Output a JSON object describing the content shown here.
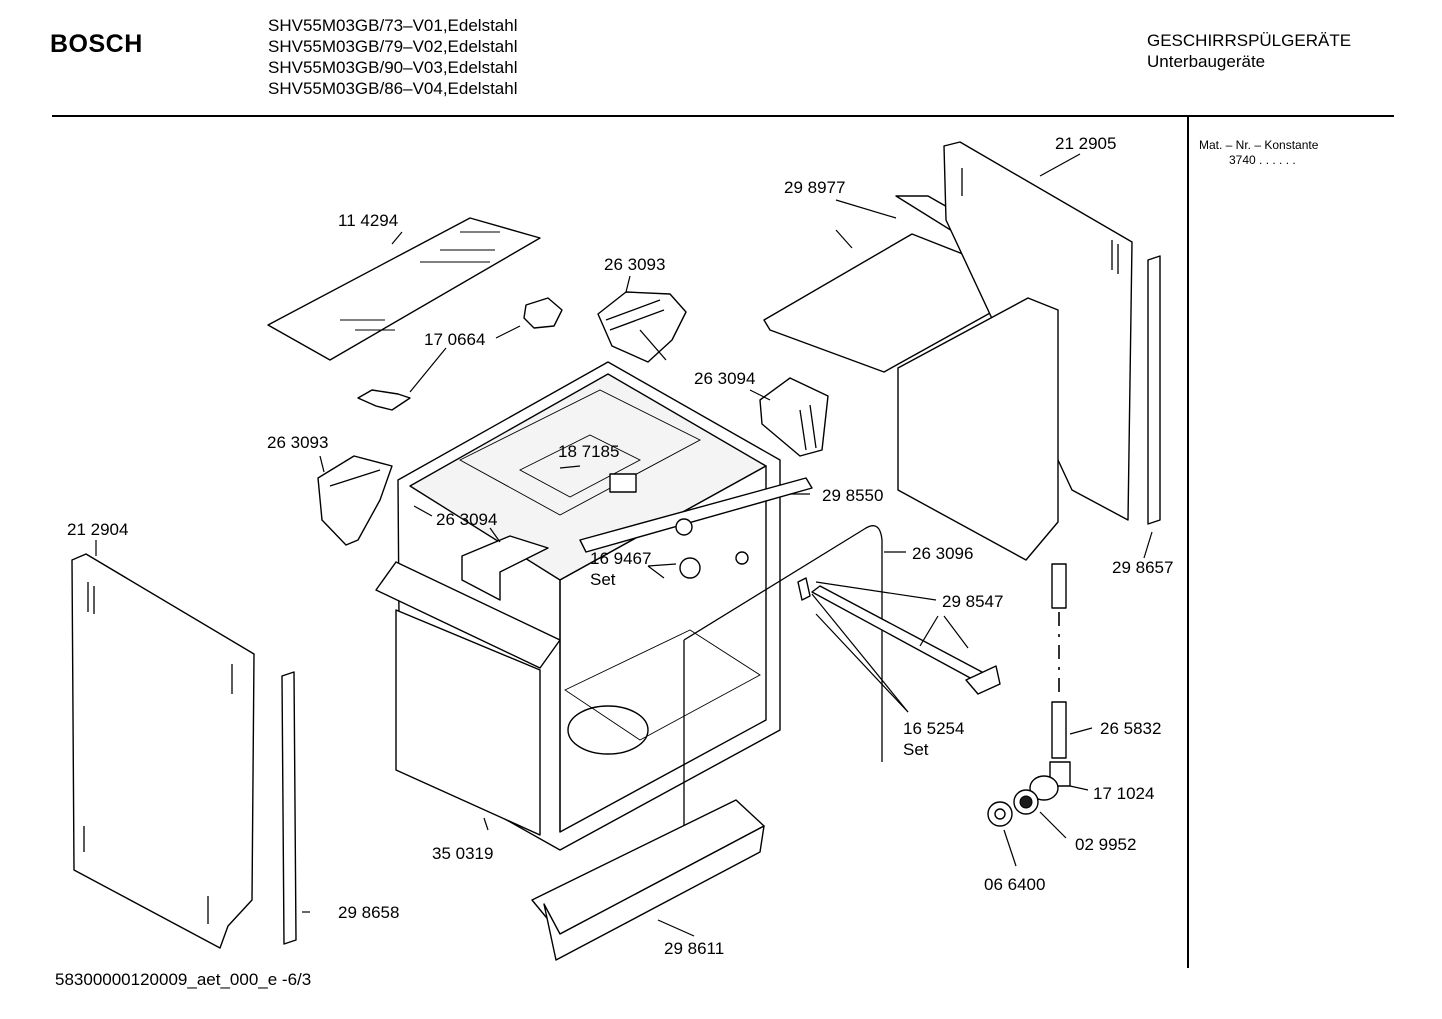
{
  "header": {
    "brand": "BOSCH",
    "models": [
      "SHV55M03GB/73–V01,Edelstahl",
      "SHV55M03GB/79–V02,Edelstahl",
      "SHV55M03GB/90–V03,Edelstahl",
      "SHV55M03GB/86–V04,Edelstahl"
    ],
    "category": "GESCHIRRSPÜLGERÄTE",
    "subcategory": "Unterbaugeräte"
  },
  "side_note": {
    "label": "Mat. – Nr. – Konstante",
    "value": "3740  .  .  .  .  .  ."
  },
  "part_labels": {
    "p114294": "11 4294",
    "p170664": "17 0664",
    "p263093_top": "26 3093",
    "p263094_right": "26 3094",
    "p263093_left": "26 3093",
    "p187185": "18 7185",
    "p263094_mid": "26 3094",
    "p298550": "29 8550",
    "p169467": "16 9467",
    "p169467_set": "Set",
    "p263096": "26 3096",
    "p212904": "21 2904",
    "p298977": "29 8977",
    "p212905": "21 2905",
    "p298657": "29 8657",
    "p298547": "29 8547",
    "p165254": "16 5254",
    "p165254_set": "Set",
    "p265832": "26 5832",
    "p171024": "17 1024",
    "p029952": "02 9952",
    "p066400": "06 6400",
    "p350319": "35 0319",
    "p298658": "29 8658",
    "p298611": "29 8611"
  },
  "footer": {
    "code": "58300000120009_aet_000_e  -6/3"
  }
}
